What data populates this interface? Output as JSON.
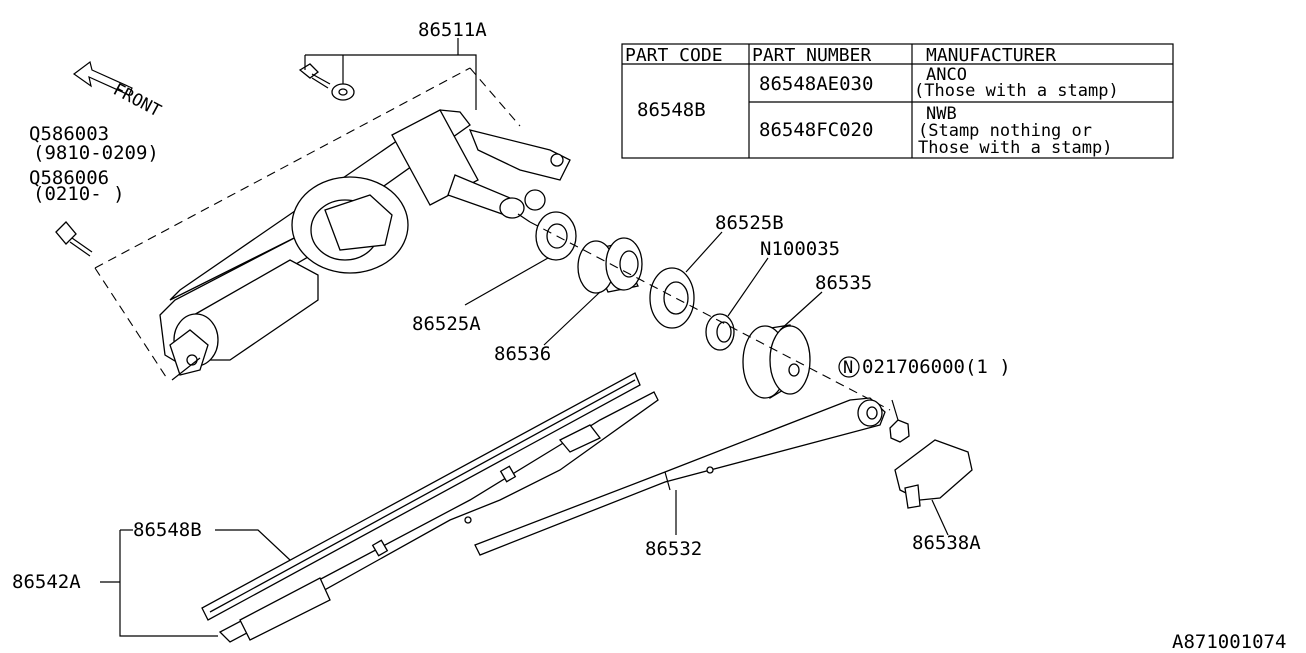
{
  "diagram_id": "A871001074",
  "labels": {
    "p86511A": "86511A",
    "q586003": "Q586003",
    "q586003_range": "(9810-0209)",
    "q586006": "Q586006",
    "q586006_range": "(0210-     )",
    "front": "FRONT",
    "p86525A": "86525A",
    "p86536": "86536",
    "p86525B": "86525B",
    "n100035": "N100035",
    "p86535": "86535",
    "n_symbol": "N",
    "p021706000": "021706000(1 )",
    "p86532": "86532",
    "p86538A": "86538A",
    "p86548B": "86548B",
    "p86542A": "86542A"
  },
  "table": {
    "headers": [
      "PART CODE",
      "PART NUMBER",
      "MANUFACTURER"
    ],
    "part_code": "86548B",
    "rows": [
      {
        "part_number": "86548AE030",
        "manufacturer": "ANCO",
        "note": "(Those with a stamp)"
      },
      {
        "part_number": "86548FC020",
        "manufacturer": "NWB",
        "note": "(Stamp nothing or",
        "note2": "Those with a stamp)"
      }
    ]
  }
}
